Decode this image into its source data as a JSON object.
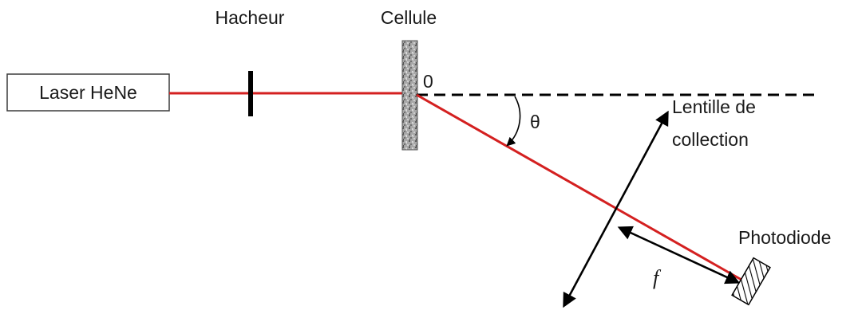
{
  "labels": {
    "laser": "Laser HeNe",
    "chopper": "Hacheur",
    "cell": "Cellule",
    "origin": "0",
    "angle": "θ",
    "lens_line1": "Lentille de",
    "lens_line2": "collection",
    "photodiode": "Photodiode",
    "focal": "f"
  },
  "colors": {
    "beam": "#d42020",
    "ink": "#000000",
    "text": "#1a1a1a",
    "cell_fill": "#9a9a9a"
  },
  "icons": {
    "angle_arrow": "curved-arrow-icon",
    "lens_arrows": "double-arrow-icon",
    "focal_arrows": "double-arrow-icon"
  }
}
